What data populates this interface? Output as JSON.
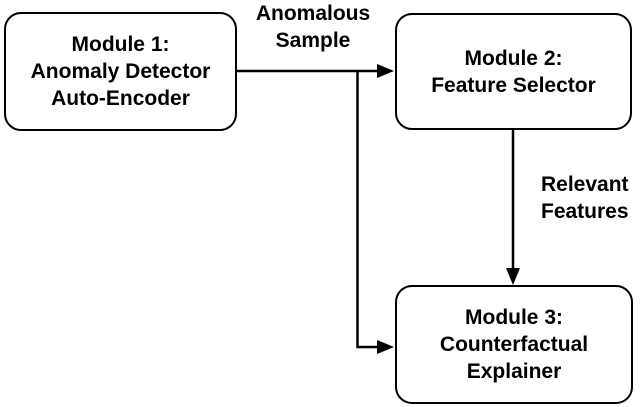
{
  "figure": {
    "type": "flowchart",
    "colors": {
      "background": "#ffffff",
      "stroke": "#000000",
      "text": "#000000"
    },
    "nodes": [
      {
        "id": "module-1",
        "lines": [
          "Module 1:",
          "Anomaly Detector",
          "Auto-Encoder"
        ]
      },
      {
        "id": "module-2",
        "lines": [
          "Module 2:",
          "Feature Selector"
        ]
      },
      {
        "id": "module-3",
        "lines": [
          "Module 3:",
          "Counterfactual",
          "Explainer"
        ]
      }
    ],
    "edges": [
      {
        "id": "module1-to-module2",
        "label": {
          "line1": "Anomalous",
          "line2": "Sample"
        }
      },
      {
        "id": "module2-to-module3",
        "label": {
          "line1": "Relevant",
          "line2": "Features"
        }
      },
      {
        "id": "module1-to-module3",
        "label": null
      }
    ]
  }
}
